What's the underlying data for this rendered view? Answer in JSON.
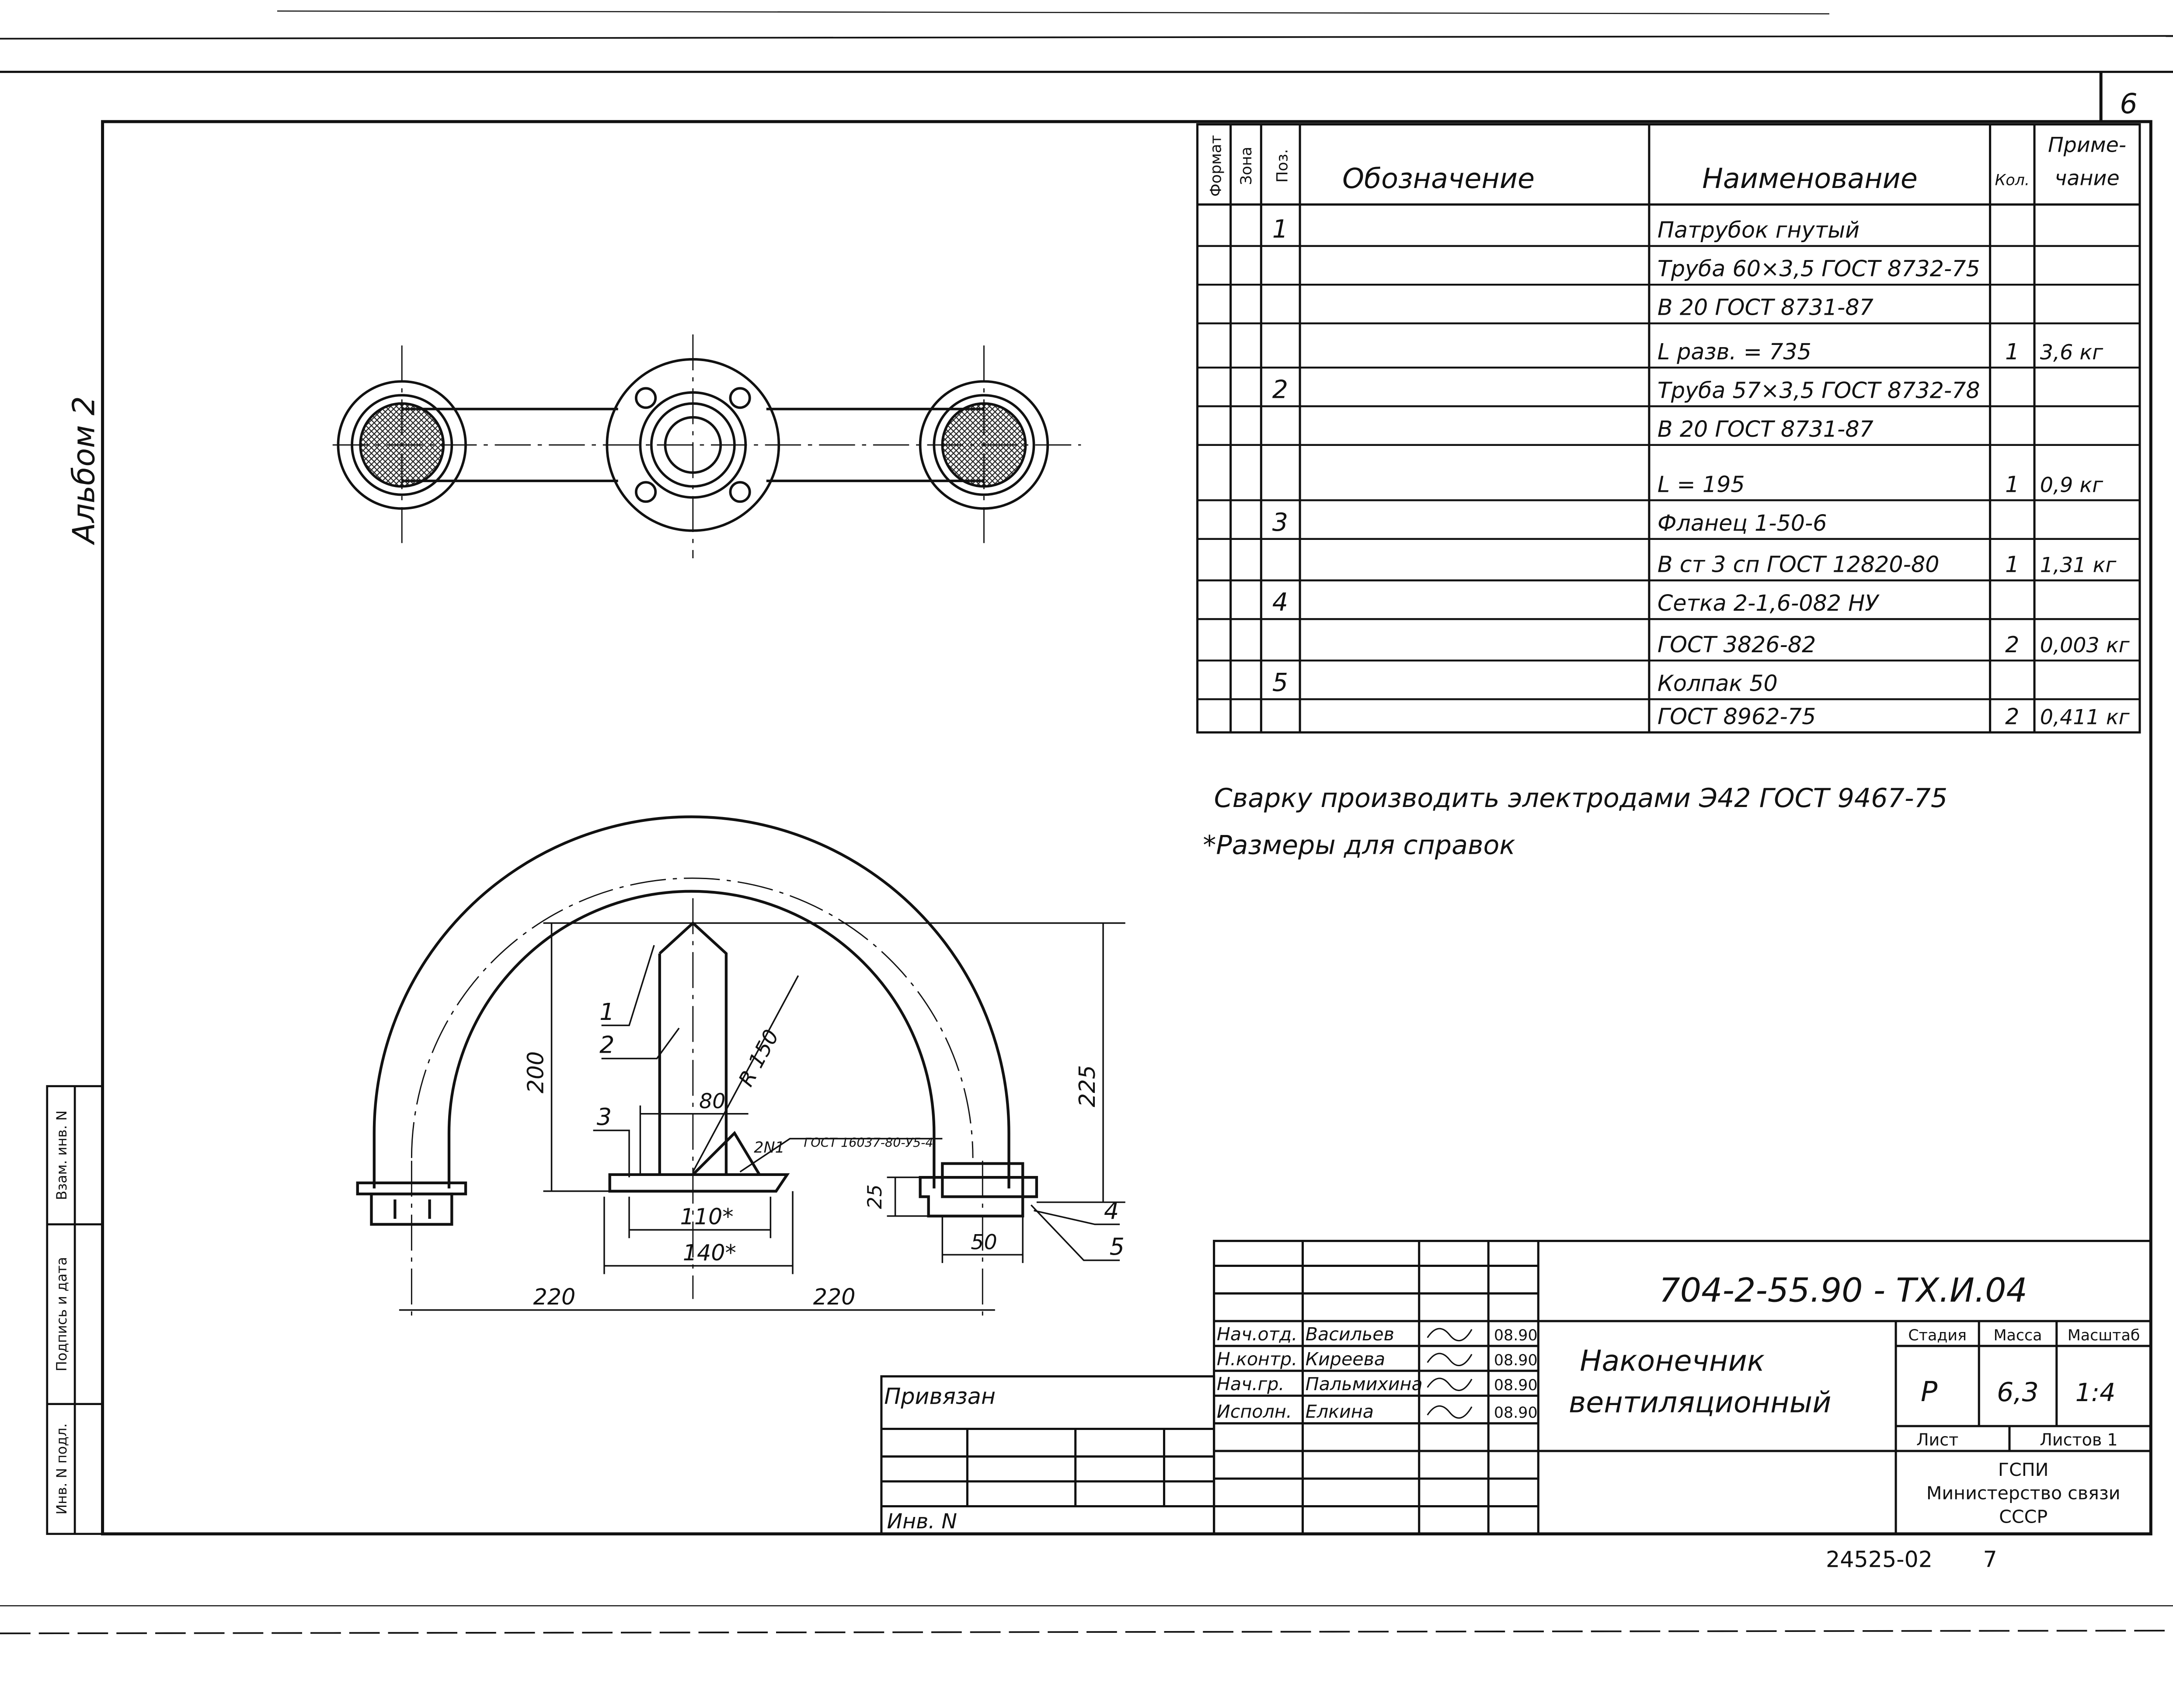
{
  "sheet": {
    "album_label": "Альбом 2",
    "sheet_number": "6",
    "archive_number": "24525-02",
    "archive_suffix": "7"
  },
  "spec_table": {
    "headers": {
      "format": "Формат",
      "zone": "Зона",
      "pos": "Поз.",
      "designation": "Обозначение",
      "name": "Наименование",
      "qty": "Кол.",
      "note_line1": "Приме-",
      "note_line2": "чание"
    },
    "rows": [
      {
        "pos": "1",
        "name": "Патрубок гнутый",
        "qty": "",
        "note": ""
      },
      {
        "pos": "",
        "name": "Труба 60×3,5 ГОСТ 8732-75",
        "qty": "",
        "note": ""
      },
      {
        "pos": "",
        "name": "В 20 ГОСТ 8731-87",
        "qty": "",
        "note": ""
      },
      {
        "pos": "",
        "name": "L разв. = 735",
        "qty": "1",
        "note": "3,6 кг"
      },
      {
        "pos": "2",
        "name": "Труба 57×3,5 ГОСТ 8732-78",
        "qty": "",
        "note": ""
      },
      {
        "pos": "",
        "name": "В 20 ГОСТ 8731-87",
        "qty": "",
        "note": ""
      },
      {
        "pos": "",
        "name": "L = 195",
        "qty": "1",
        "note": "0,9 кг"
      },
      {
        "pos": "3",
        "name": "Фланец 1-50-6",
        "qty": "",
        "note": ""
      },
      {
        "pos": "",
        "name": "В ст 3 сп ГОСТ 12820-80",
        "qty": "1",
        "note": "1,31 кг"
      },
      {
        "pos": "4",
        "name": "Сетка 2-1,6-082 НУ",
        "qty": "",
        "note": ""
      },
      {
        "pos": "",
        "name": "ГОСТ 3826-82",
        "qty": "2",
        "note": "0,003 кг"
      },
      {
        "pos": "5",
        "name": "Колпак 50",
        "qty": "",
        "note": ""
      },
      {
        "pos": "",
        "name": "ГОСТ 8962-75",
        "qty": "2",
        "note": "0,411 кг"
      }
    ]
  },
  "notes": {
    "welding": "Сварку производить электродами Э42 ГОСТ 9467-75",
    "reference": "*Размеры для справок"
  },
  "dimensions": {
    "d200": "200",
    "d225": "225",
    "d80": "80",
    "r150": "R 150",
    "d110": "110*",
    "d140": "140*",
    "d220_left": "220",
    "d220_right": "220",
    "d25": "25",
    "d50": "50",
    "weld": "ГОСТ 16037-80-У5-4",
    "weld_prefix": "2N1"
  },
  "callouts": [
    "1",
    "2",
    "3",
    "4",
    "5"
  ],
  "side_stamps": {
    "col1": "Инв. N подл.",
    "col2": "Подпись и дата",
    "col3": "Взам. инв. N"
  },
  "binding": {
    "attached": "Привязан",
    "inv": "Инв. N"
  },
  "title_block": {
    "doc_code": "704-2-55.90 - ТХ.И.04",
    "title_line1": "Наконечник",
    "title_line2": "вентиляционный",
    "roles": [
      {
        "role": "Нач.отд.",
        "name": "Васильев",
        "date": "08.90"
      },
      {
        "role": "Н.контр.",
        "name": "Киреева",
        "date": "08.90"
      },
      {
        "role": "Нач.гр.",
        "name": "Пальмихина",
        "date": "08.90"
      },
      {
        "role": "Исполн.",
        "name": "Елкина",
        "date": "08.90"
      }
    ],
    "stage_label": "Стадия",
    "mass_label": "Масса",
    "scale_label": "Масштаб",
    "stage": "Р",
    "mass": "6,3",
    "scale": "1:4",
    "sheet_label": "Лист",
    "sheets_label": "Листов 1",
    "org_line1": "ГСПИ",
    "org_line2": "Министерство связи",
    "org_line3": "СССР"
  }
}
